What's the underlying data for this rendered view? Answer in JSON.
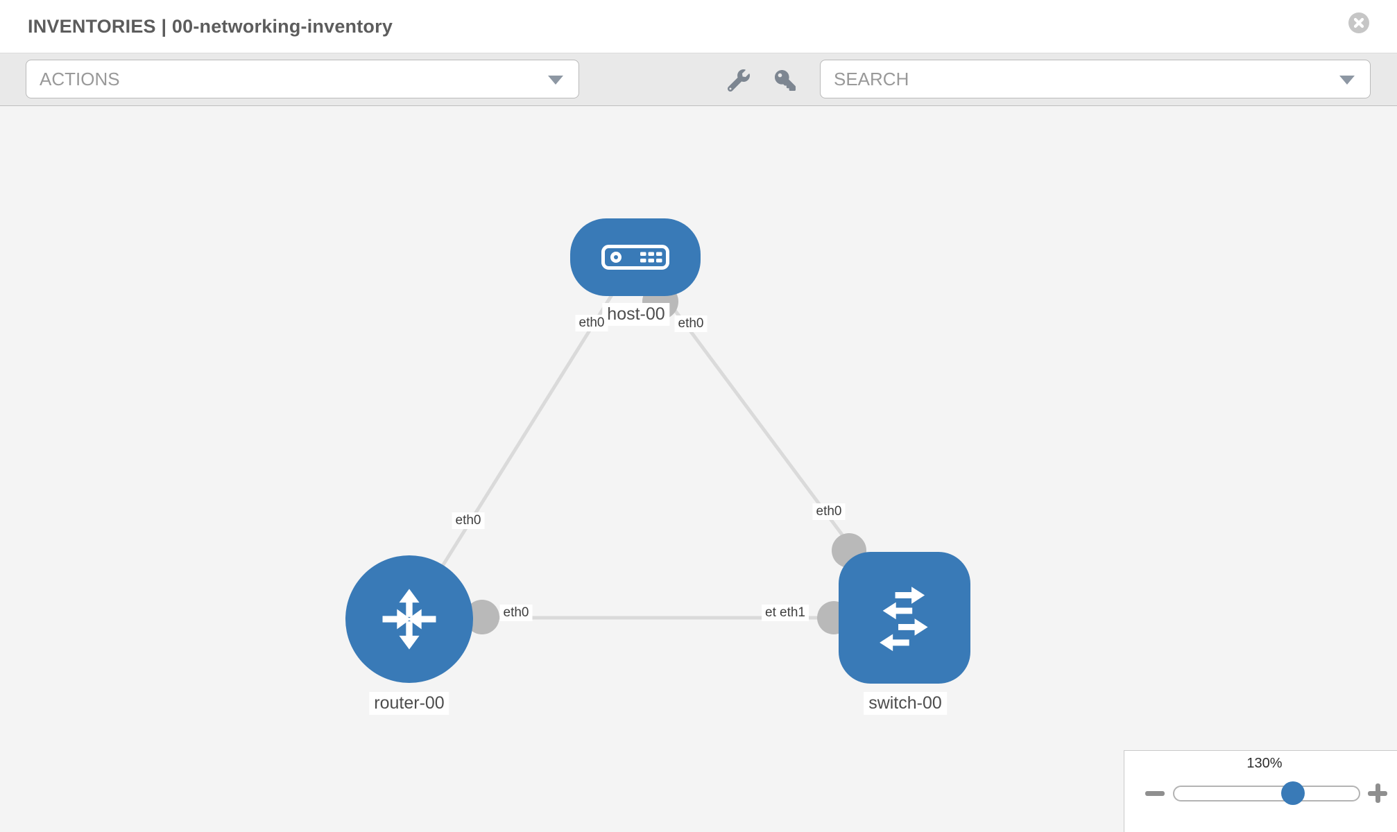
{
  "header": {
    "title": "INVENTORIES | 00-networking-inventory"
  },
  "toolbar": {
    "actions_dropdown": {
      "placeholder": "ACTIONS"
    },
    "search_dropdown": {
      "placeholder": "SEARCH"
    },
    "tools": [
      {
        "icon": "wrench-icon"
      },
      {
        "icon": "key-icon"
      }
    ]
  },
  "topology": {
    "nodes": [
      {
        "label": "host-00",
        "type": "host",
        "icon": "host-icon"
      },
      {
        "label": "router-00",
        "type": "router",
        "icon": "router-icon"
      },
      {
        "label": "switch-00",
        "type": "switch",
        "icon": "switch-icon"
      }
    ],
    "links": [
      {
        "from": "host-00",
        "to": "router-00",
        "from_interface": "eth0",
        "to_interface": "eth0"
      },
      {
        "from": "host-00",
        "to": "switch-00",
        "from_interface": "eth0",
        "to_interface": "eth0"
      },
      {
        "from": "router-00",
        "to": "switch-00",
        "from_interface": "eth0",
        "to_interface": "eth1",
        "overlap_underlay": "eth0"
      }
    ]
  },
  "zoom_control": {
    "level": "130%",
    "minus_icon": "minus-icon",
    "plus_icon": "plus-icon"
  },
  "icons": {
    "close": "close-icon",
    "dropdown_caret": "chevron-down-icon"
  },
  "colors": {
    "node_blue": "#397ab7",
    "link_gray": "#dadada",
    "port_gray": "#b9b9b9",
    "canvas_bg": "#f4f4f4",
    "toolbar_bg": "#e9e9e9"
  }
}
